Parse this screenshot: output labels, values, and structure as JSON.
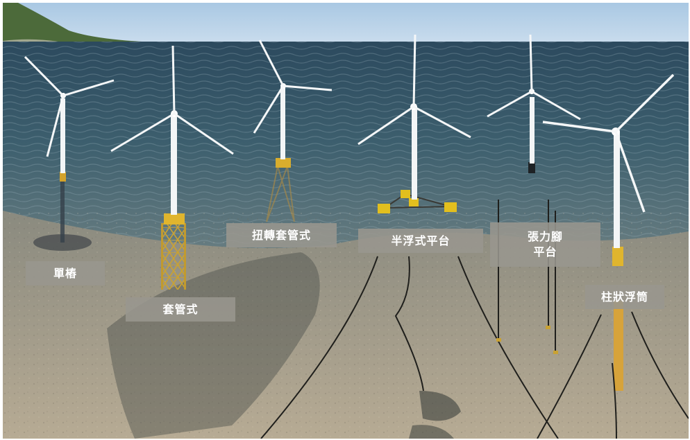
{
  "labels": {
    "monopile": "單樁",
    "jacket": "套管式",
    "twisted_jacket": "扭轉套管式",
    "semi_submersible": "半浮式平台",
    "tension_leg": "張力腳\n平台",
    "spar": "柱狀浮筒"
  }
}
